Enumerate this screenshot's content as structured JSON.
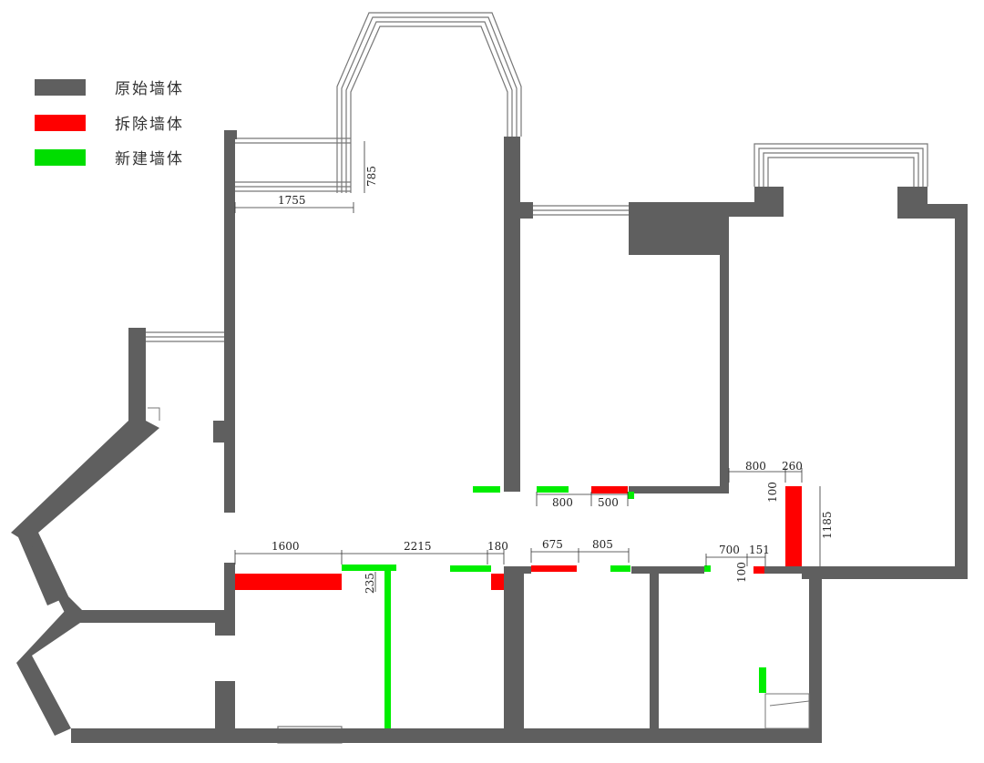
{
  "legend": {
    "original": {
      "label": "原始墙体",
      "color": "#5f5f5f"
    },
    "removed": {
      "label": "拆除墙体",
      "color": "#ff0000"
    },
    "new": {
      "label": "新建墙体",
      "color": "#00dd00"
    }
  },
  "dimensions": {
    "balcony_width": "1755",
    "balcony_depth": "785",
    "d_1600": "1600",
    "d_2215": "2215",
    "d_180": "180",
    "d_235": "235",
    "d_675": "675",
    "d_805": "805",
    "d_800_mid": "800",
    "d_500": "500",
    "d_800_right": "800",
    "d_260": "260",
    "d_100_a": "100",
    "d_1185": "1185",
    "d_700": "700",
    "d_151": "151",
    "d_100_b": "100"
  }
}
